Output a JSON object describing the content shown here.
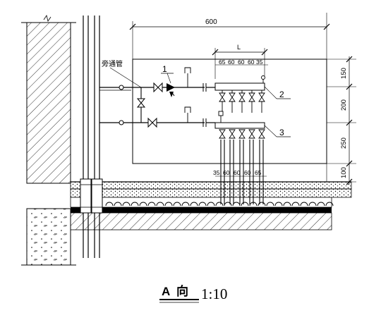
{
  "drawing": {
    "overall_width_dim": "600",
    "manifold_length_dim": "L",
    "upper_spacing_dims": [
      "65",
      "60",
      "60",
      "60",
      "35"
    ],
    "lower_spacing_dims": [
      "35",
      "60",
      "60",
      "60",
      "65"
    ],
    "vertical_dims": [
      "150",
      "200",
      "250",
      "100"
    ],
    "bypass_label": "旁通管",
    "callouts": [
      "1",
      "2",
      "3"
    ],
    "view_title_letter": "A",
    "view_title_word": "向",
    "view_scale": "1:10"
  }
}
